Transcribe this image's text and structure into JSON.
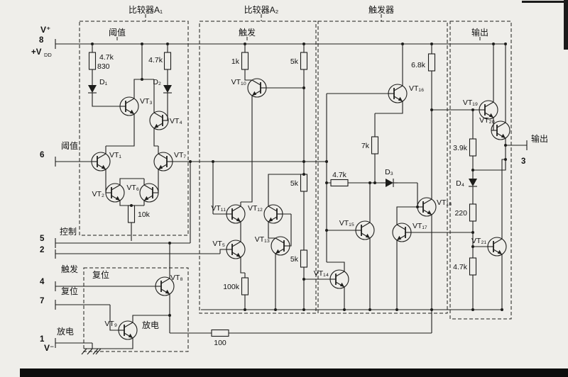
{
  "headers": {
    "comparator_a1": "比较器A₁",
    "comparator_a2": "比较器A₂",
    "flipflop": "触发器"
  },
  "block_titles": {
    "a1": "阈值",
    "a2": "触发",
    "output": "输出",
    "reset": "复位"
  },
  "pins": {
    "vplus": "V⁺",
    "pin8": "8",
    "vdd": "+V",
    "vdd_sub": "DD",
    "threshold": "阈值",
    "pin6": "6",
    "control": "控制",
    "pin5": "5",
    "pin2": "2",
    "trigger": "触发",
    "pin4": "4",
    "reset": "复位",
    "pin7": "7",
    "discharge": "放电",
    "pin1": "1",
    "vminus": "V⁻",
    "output": "输出",
    "pin3": "3",
    "discharge_inner": "放电"
  },
  "components": {
    "r_4k7_a": "4.7k",
    "r_830": "830",
    "r_4k7_b": "4.7k",
    "r_10k": "10k",
    "r_1k": "1k",
    "r_5k_a": "5k",
    "r_5k_b": "5k",
    "r_5k_c": "5k",
    "r_100k": "100k",
    "r_6k8": "6.8k",
    "r_7k": "7k",
    "r_4k7_c": "4.7k",
    "r_3k9": "3.9k",
    "r_220": "220",
    "r_4k7_d": "4.7k",
    "r_100": "100",
    "d1": "D₁",
    "d2": "D₂",
    "d3": "D₃",
    "d4": "D₄",
    "vt1": "VT₁",
    "vt2": "VT₂",
    "vt3": "VT₃",
    "vt4": "VT₄",
    "vt5": "VT₅",
    "vt6": "VT₆",
    "vt7": "VT₇",
    "vt8": "VT₈",
    "vt9": "VT₉",
    "vt10": "VT₁₀",
    "vt11": "VT₁₁",
    "vt12": "VT₁₂",
    "vt13": "VT₁₃",
    "vt14": "VT₁₄",
    "vt15": "VT₁₅",
    "vt16": "VT₁₆",
    "vt17": "VT₁₇",
    "vt18": "VT₁₈",
    "vt19": "VT₁₉",
    "vt20": "VT₂₀",
    "vt21": "VT₂₁"
  },
  "colors": {
    "ink": "#1d1d1b",
    "paper": "#efeeea"
  }
}
